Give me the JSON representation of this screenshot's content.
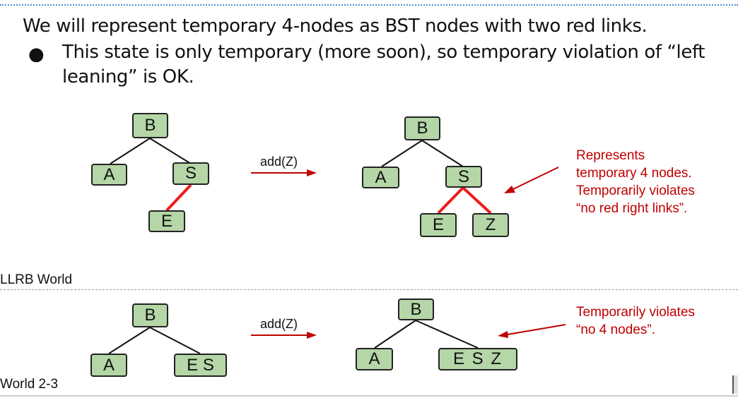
{
  "slide": {
    "heading": "We will represent temporary 4-nodes as BST nodes with two red links.",
    "bullet": "This state is only temporary (more soon), so temporary violation of “left leaning” is OK."
  },
  "llrb": {
    "section_label": "LLRB World",
    "op_label": "add(Z)",
    "before": {
      "root": "B",
      "left": "A",
      "right": "S",
      "right_left": "E"
    },
    "after": {
      "root": "B",
      "left": "A",
      "right": "S",
      "right_left": "E",
      "right_right": "Z"
    },
    "note_lines": [
      "Represents",
      "temporary 4 nodes.",
      "Temporarily violates",
      "“no red right links”."
    ]
  },
  "two_three": {
    "section_label": "World 2-3",
    "op_label": "add(Z)",
    "before": {
      "root": "B",
      "left": "A",
      "right": "E S"
    },
    "after": {
      "root": "B",
      "left": "A",
      "right": "E S Z"
    },
    "note_lines": [
      "Temporarily violates",
      "“no 4 nodes”."
    ]
  },
  "colors": {
    "node_fill": "#b5d6a7",
    "red_link": "#ee1c1c",
    "arrow": "#c00000",
    "note_text": "#c00000"
  }
}
